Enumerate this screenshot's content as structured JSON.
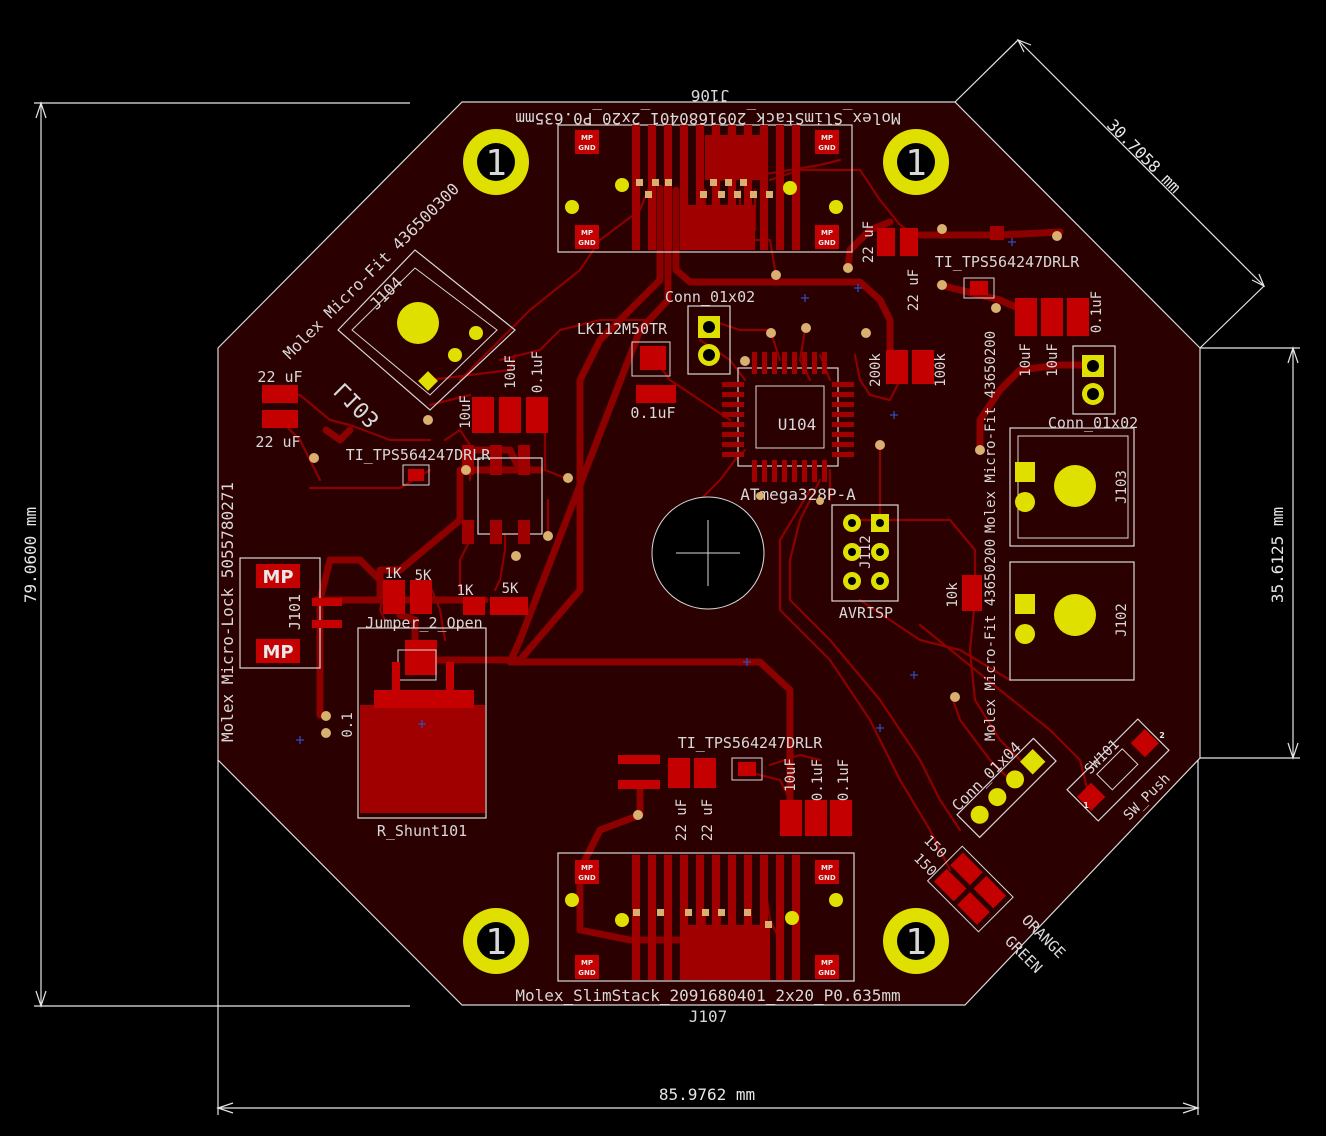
{
  "colors": {
    "background": "#000000",
    "board": "#2a0000",
    "copper": "#8c0000",
    "pad": "#c40000",
    "silk": "#d8d8d8",
    "hole": "#e0e000",
    "via": "#d8b070"
  },
  "dimensions": {
    "height_left": "79.0600 mm",
    "width_bottom": "85.9762 mm",
    "height_right": "35.6125 mm",
    "diag_top_right": "30.7058 mm"
  },
  "labels": {
    "j106_name": "Molex_SlimStack_2091680401_2x20_P0.635mm",
    "j106_ref": "J106",
    "j107_name": "Molex_SlimStack_2091680401_2x20_P0.635mm",
    "j107_ref": "J107",
    "j104_name": "Molex Micro-Fit 436500300",
    "j104_ref": "J104",
    "l103": "L103",
    "j101_name": "Molex Micro-Lock 5055780271",
    "j101_ref": "J101",
    "j101_mp_top": "MP",
    "j101_mp_bottom": "MP",
    "reg_left": "TI_TPS564247DRLR",
    "reg_top": "TI_TPS564247DRLR",
    "reg_bottom": "TI_TPS564247DRLR",
    "cap_22uf_a": "22 uF",
    "cap_22uf_b": "22 uF",
    "cap_22uf_c": "22 uF",
    "cap_22uf_d": "22 uF",
    "cap_22uf_e": "22 uF",
    "cap_22uf_f": "22 uF",
    "cap_10uf_a": "10uF",
    "cap_10uf_b": "10uF",
    "cap_10uf_c": "10uF",
    "cap_10uf_d": "10uF",
    "cap_01uf_a": "0.1uF",
    "cap_01uf_b": "0.1uF",
    "cap_01uf_c": "0.1uF",
    "cap_01uf_d": "0.1uF",
    "cap_01uf_e": "0.1uF",
    "lk": "LK112M50TR",
    "conn_01x02_top": "Conn_01x02",
    "conn_01x02_right": "Conn_01x02",
    "conn_01x04": "Conn_01x04",
    "u104": "U104",
    "mcu": "ATmega328P-A",
    "avrisp": "AVRISP",
    "j112": "J112",
    "r_200k": "200k",
    "r_100k": "100k",
    "r_1k_a": "1K",
    "r_5k_a": "5K",
    "r_1k_b": "1K",
    "r_5k_b": "5K",
    "r_10k": "10k",
    "r_150_a": "150",
    "r_150_b": "150",
    "jumper": "Jumper_2_Open",
    "shunt": "R_Shunt101",
    "shunt_val": "0.1",
    "j103": "J103",
    "j102": "J102",
    "microfit_right": "Molex Micro-Fit 43650200",
    "microfit_right_2": "Molex Micro-Fit 43650200",
    "sw_ref": "SW101",
    "sw_name": "SW_Push",
    "led_orange": "ORANGE",
    "led_green": "GREEN",
    "pad_mp": "MP",
    "pad_gnd": "GND",
    "pad_one": "1",
    "pad_two": "2"
  }
}
